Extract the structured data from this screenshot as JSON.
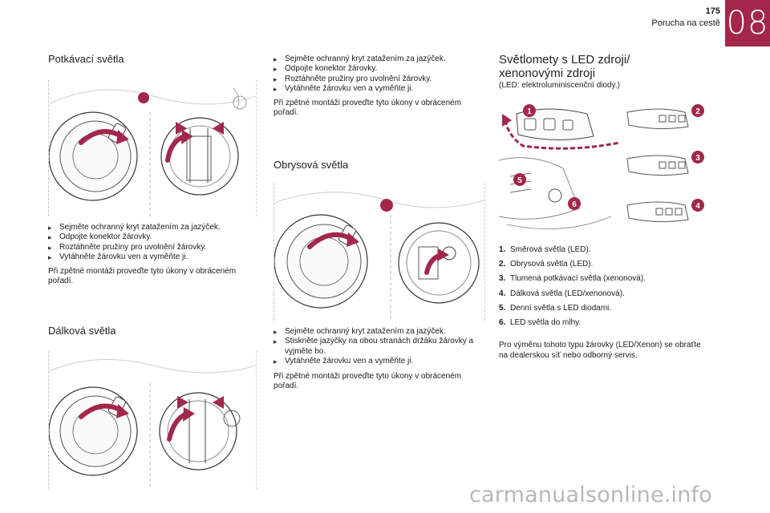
{
  "header": {
    "chapter": "08",
    "page_number": "175",
    "page_title": "Porucha na cestě"
  },
  "low_beam": {
    "title": "Potkávací světla",
    "steps": [
      "Sejměte ochranný kryt zatažením za jazýček.",
      "Odpojte konektor žárovky.",
      "Roztáhněte pružiny pro uvolnění žárovky.",
      "Vytáhněte žárovku ven a vyměňte ji."
    ],
    "note": "Při zpětné montáži proveďte tyto úkony v obráceném pořadí."
  },
  "high_beam": {
    "title": "Dálková světla"
  },
  "column2_top": {
    "steps": [
      "Sejměte ochranný kryt zatažením za jazýček.",
      "Odpojte konektor žárovky.",
      "Roztáhněte pružiny pro uvolnění žárovky.",
      "Vytáhněte žárovku ven a vyměňte ji."
    ],
    "note": "Při zpětné montáži proveďte tyto úkony v obráceném pořadí."
  },
  "side_lights": {
    "title": "Obrysová světla",
    "steps": [
      "Sejměte ochranný kryt zatažením za jazýček.",
      "Stiskněte jazýčky na obou stranách držáku žárovky a vyjměte ho.",
      "Vytáhněte žárovku ven a vyměňte ji."
    ],
    "note": "Při zpětné montáži proveďte tyto úkony v obráceném pořadí."
  },
  "led": {
    "title": "Světlomety s LED zdroji/ xenonovými zdroji",
    "subtitle": "(LED: elektroluminiscenční diody.)",
    "items": [
      {
        "num": "1.",
        "text": "Směrová světla (LED)."
      },
      {
        "num": "2.",
        "text": "Obrysová světla (LED)."
      },
      {
        "num": "3.",
        "text": "Tlumená potkávací světla (xenonová)."
      },
      {
        "num": "4.",
        "text": "Dálková světla (LED/xenonová)."
      },
      {
        "num": "5.",
        "text": "Denní světla s LED diodami."
      },
      {
        "num": "6.",
        "text": "LED světla do mlhy."
      }
    ],
    "footer": "Pro výměnu tohoto typu žárovky (LED/Xenon) se obraťte na dealerskou síť nebo odborný servis.",
    "callouts": [
      "1",
      "2",
      "3",
      "4",
      "5",
      "6"
    ]
  },
  "watermark": "carmanualsonline.info",
  "colors": {
    "accent": "#a3274a"
  }
}
